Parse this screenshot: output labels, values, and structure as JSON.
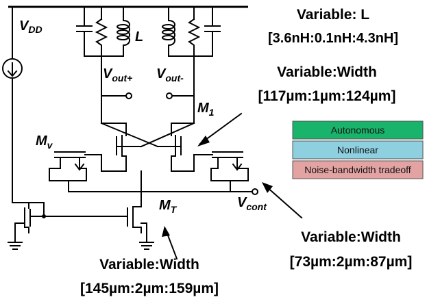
{
  "labels": {
    "vdd": "V",
    "vdd_sub": "DD",
    "inductor": "L",
    "vout_plus": "V",
    "vout_plus_sub": "out+",
    "vout_minus": "V",
    "vout_minus_sub": "out-",
    "m1": "M",
    "m1_sub": "1",
    "mv": "M",
    "mv_sub": "v",
    "mt": "M",
    "mt_sub": "T",
    "vcont": "V",
    "vcont_sub": "cont"
  },
  "annotations": {
    "l_title": "Variable: L",
    "l_range": "[3.6nH:0.1nH:4.3nH]",
    "m1_title": "Variable:Width",
    "m1_range": "[117µm:1µm:124µm]",
    "mv_title": "Variable:Width",
    "mv_range": "[73µm:2µm:87µm]",
    "mt_title": "Variable:Width",
    "mt_range": "[145µm:2µm:159µm]"
  },
  "legend": [
    {
      "label": "Autonomous",
      "color": "#19b36b"
    },
    {
      "label": "Nonlinear",
      "color": "#8ecfe0"
    },
    {
      "label": "Noise-bandwidth tradeoff",
      "color": "#e3a3a3"
    }
  ]
}
